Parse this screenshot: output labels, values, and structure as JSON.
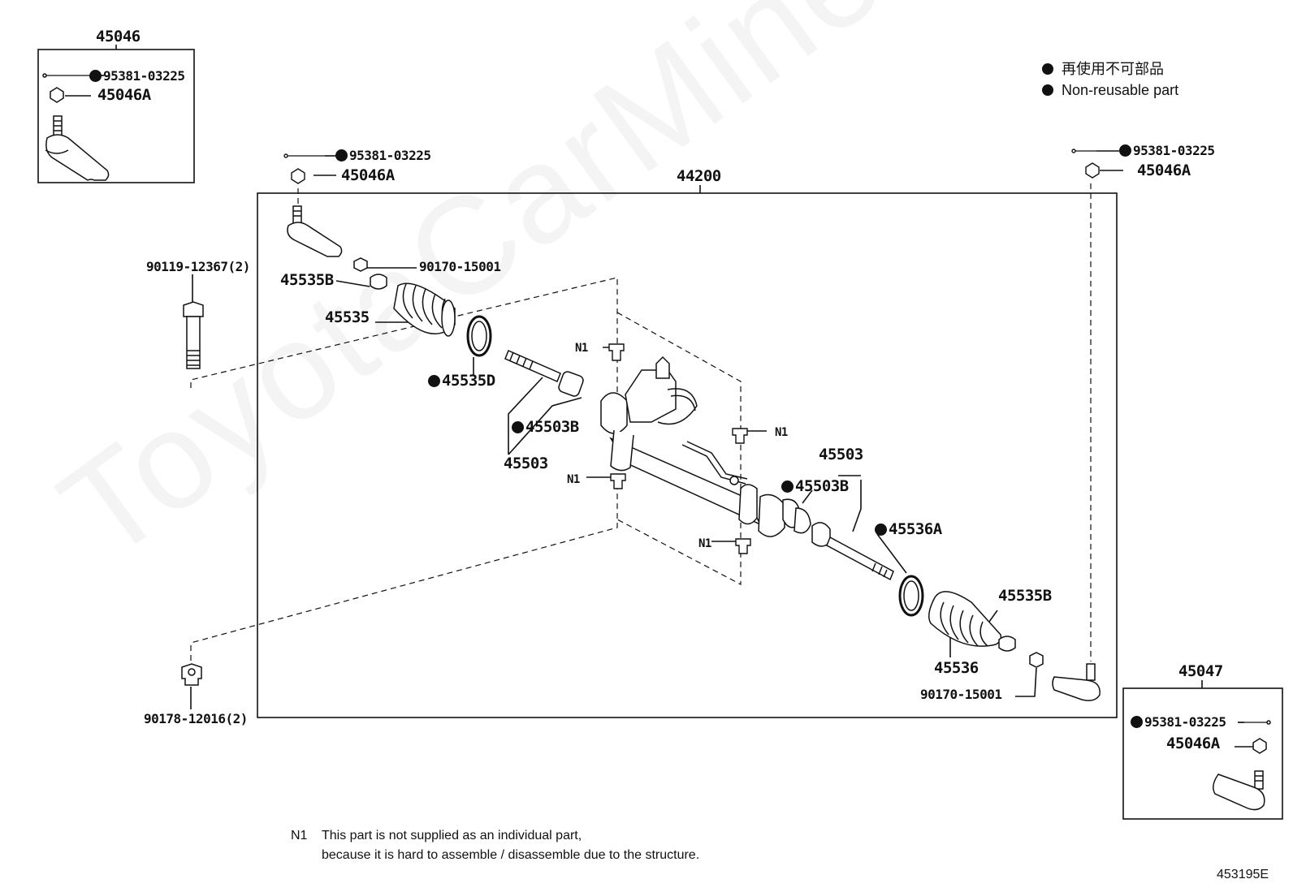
{
  "watermark": "ToyotaCarMine.ru",
  "legend": {
    "jp": "再使用不可部品",
    "en": "Non-reusable part"
  },
  "labels": {
    "l45046": "45046",
    "l95381_a": "95381-03225",
    "l45046A_a": "45046A",
    "l95381_b": "95381-03225",
    "l45046A_b": "45046A",
    "l44200": "44200",
    "l95381_c": "95381-03225",
    "l45046A_c": "45046A",
    "l90119": "90119-12367(2)",
    "l90170_a": "90170-15001",
    "l45535B_a": "45535B",
    "l45535": "45535",
    "l45535D": "45535D",
    "lN1_a": "N1",
    "l45503B_a": "45503B",
    "l45503_a": "45503",
    "lN1_b": "N1",
    "lN1_c": "N1",
    "l45503_b": "45503",
    "l45503B_b": "45503B",
    "lN1_d": "N1",
    "l45536A": "45536A",
    "l45535B_b": "45535B",
    "l45536": "45536",
    "l90170_b": "90170-15001",
    "l90178": "90178-12016(2)",
    "l45047": "45047",
    "l95381_d": "95381-03225",
    "l45046A_d": "45046A"
  },
  "footnote": {
    "tag": "N1",
    "line1": "This part is not supplied as an individual part,",
    "line2": "because it is hard to assemble / disassemble due to the structure."
  },
  "figure_id": "453195E"
}
